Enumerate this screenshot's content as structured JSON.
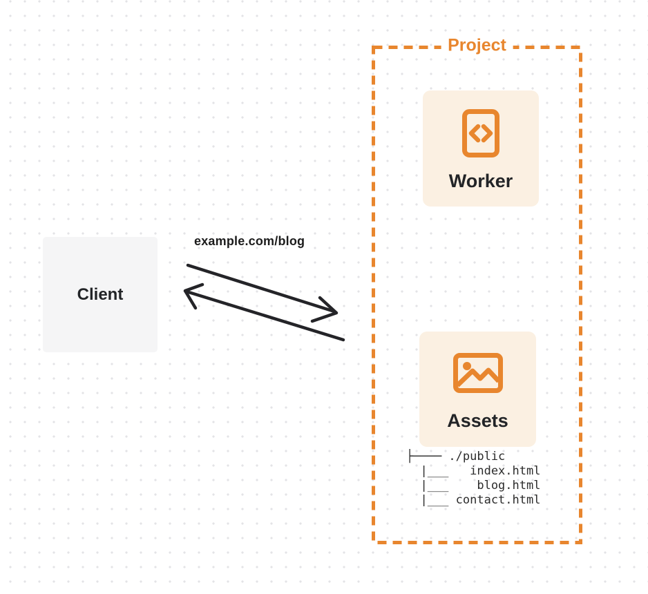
{
  "client": {
    "label": "Client"
  },
  "request": {
    "label": "example.com/blog"
  },
  "project": {
    "label": "Project",
    "worker": {
      "label": "Worker",
      "icon": "code-file-icon"
    },
    "assets": {
      "label": "Assets",
      "icon": "image-icon",
      "tree_lines": [
        "├──── ./public",
        "  |___   index.html",
        "  |___    blog.html",
        "  |___ contact.html"
      ]
    }
  },
  "colors": {
    "accent_orange": "#e8862e",
    "card_fill": "#fbf0e2",
    "client_fill": "#f5f5f6",
    "arrow": "#242428",
    "text_dark": "#222427",
    "dot_grid": "#e3e3e6"
  }
}
